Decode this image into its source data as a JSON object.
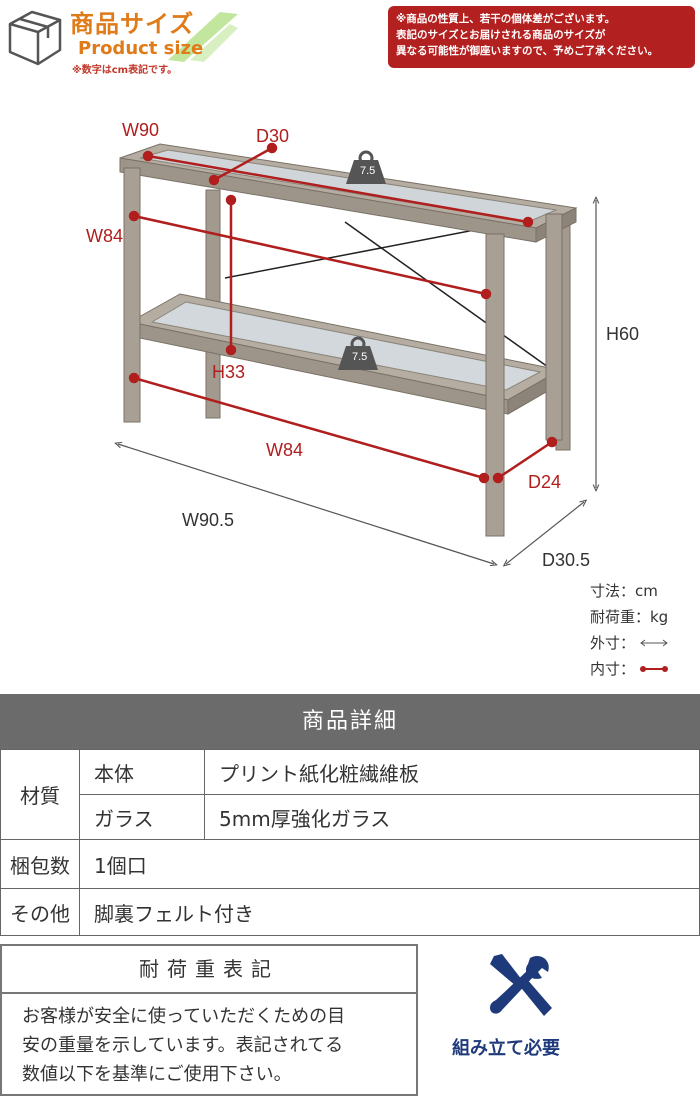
{
  "header": {
    "title_ja": "商品サイズ",
    "title_en": "Product size",
    "unit_note": "※数字はcm表記です。",
    "notice_lines": [
      "※商品の性質上、若干の個体差がございます。",
      "表記のサイズとお届けされる商品のサイズが",
      "異なる可能性が御座いますので、予めご了承ください。"
    ]
  },
  "diagram": {
    "inner_top_width": "W90",
    "inner_top_depth": "D30",
    "inner_width_upper": "W84",
    "inner_height_lower": "H33",
    "inner_width_lower": "W84",
    "inner_depth_lower": "D24",
    "outer_width": "W90.5",
    "outer_depth": "D30.5",
    "outer_height": "H60",
    "load_top": "7.5",
    "load_bottom": "7.5"
  },
  "legend": {
    "unit": "寸法：cm",
    "load": "耐荷重：kg",
    "outer": "外寸：",
    "inner": "内寸："
  },
  "spec": {
    "title": "商品詳細",
    "material_label": "材質",
    "body_label": "本体",
    "body_value": "プリント紙化粧繊維板",
    "glass_label": "ガラス",
    "glass_value": "5mm厚強化ガラス",
    "packing_label": "梱包数",
    "packing_value": "1個口",
    "other_label": "その他",
    "other_value": "脚裏フェルト付き"
  },
  "load_note": {
    "title": "耐荷重表記",
    "lines": [
      "お客様が安全に使っていただくための目",
      "安の重量を示しています。表記されてる",
      "数値以下を基準にご使用下さい。"
    ]
  },
  "assembly": {
    "label": "組み立て必要",
    "icon": "wrench-screwdriver-icon"
  },
  "colors": {
    "accent_orange": "#e07b1a",
    "notice_red": "#b32020",
    "dimension_red": "#b01e1e",
    "header_gray": "#6b6b6b",
    "assembly_blue": "#1f3a7a"
  }
}
